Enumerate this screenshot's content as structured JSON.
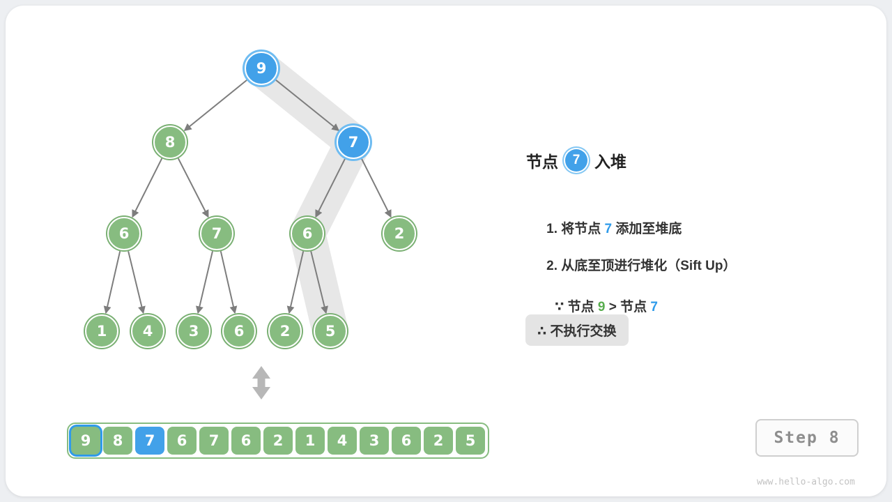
{
  "page": {
    "watermark": "www.hello-algo.com",
    "step_label": "Step 8"
  },
  "panel": {
    "title": {
      "prefix": "节点",
      "node": "7",
      "suffix": "入堆"
    },
    "step1": {
      "pre": "1. 将节点 ",
      "node": "7",
      "post": " 添加至堆底"
    },
    "step2": {
      "text": "2. 从底至顶进行堆化（Sift Up）"
    },
    "because": {
      "pre": "∵ 节点 ",
      "a": "9",
      "mid": " > 节点 ",
      "b": "7"
    },
    "therefore": "∴ 不执行交换"
  },
  "tree": {
    "nodes": [
      "9",
      "8",
      "7",
      "6",
      "7",
      "6",
      "2",
      "1",
      "4",
      "3",
      "6",
      "2",
      "5"
    ]
  },
  "array": {
    "values": [
      "9",
      "8",
      "7",
      "6",
      "7",
      "6",
      "2",
      "1",
      "4",
      "3",
      "6",
      "2",
      "5"
    ]
  }
}
